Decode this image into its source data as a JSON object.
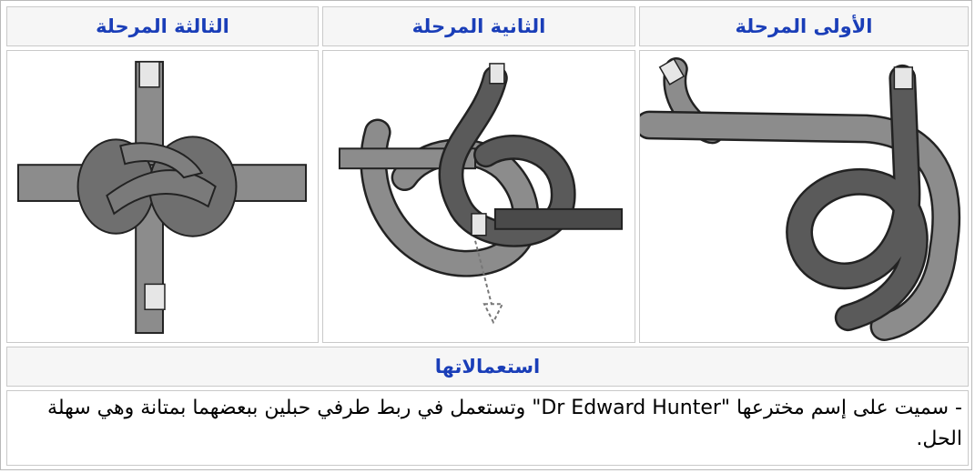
{
  "stages": {
    "first": "الأولى المرحلة",
    "second": "الثانية المرحلة",
    "third": "الثالثة  المرحلة"
  },
  "uses_title": "استعمالاتها",
  "description": "- سميت على إسم مخترعها \"Dr Edward Hunter\" وتستعمل في ربط طرفي حبلين ببعضهما بمتانة وهي سهلة الحل.",
  "colors": {
    "header_text": "#1a3eb8",
    "header_bg": "#f6f6f6",
    "rope_light": "#8c8c8c",
    "rope_dark": "#4a4a4a"
  }
}
